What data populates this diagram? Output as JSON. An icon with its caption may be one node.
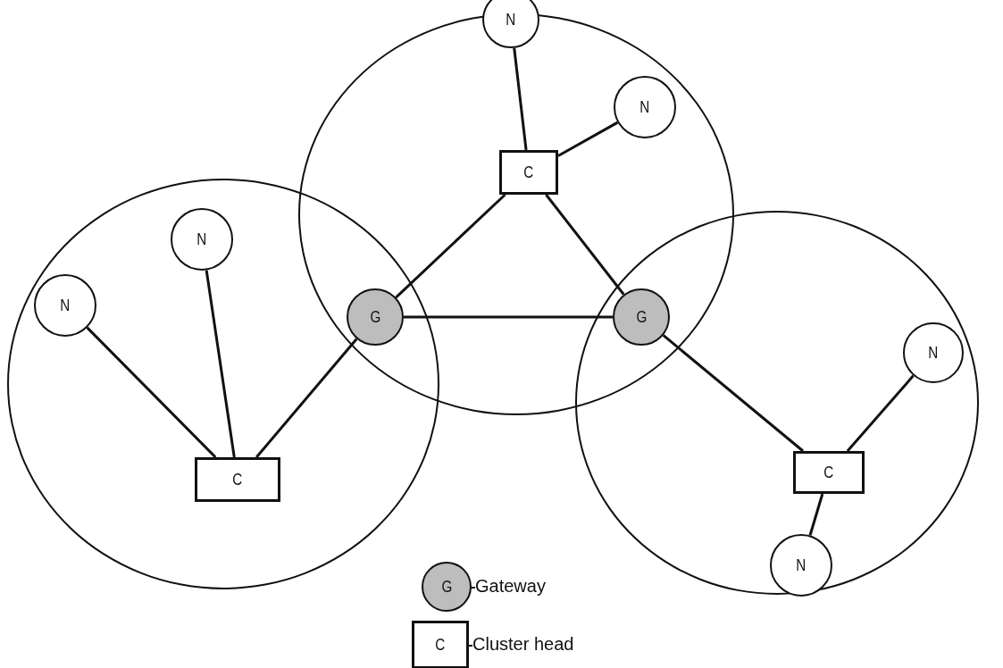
{
  "diagram": {
    "nodes": [
      {
        "text": [],
        "shape": "circle"
      },
      {
        "text": [
          "N"
        ]
      },
      {
        "text": [
          "N"
        ],
        "in": 0
      },
      {
        "text": [
          "C"
        ],
        "in": 0
      },
      {
        "text": [],
        "shape": "circle"
      },
      {
        "text": [
          "N"
        ],
        "in": 4
      },
      {
        "text": [
          "N"
        ],
        "in": 4
      },
      {
        "text": [
          "C"
        ],
        "in": 4
      },
      {
        "text": [
          "G"
        ]
      },
      {
        "text": [
          "G"
        ]
      },
      {
        "text": [],
        "shape": "circle"
      },
      {
        "text": [
          "N"
        ],
        "in": 10
      },
      {
        "text": [
          "C"
        ],
        "in": 10
      },
      {
        "text": [
          "N"
        ],
        "in": 10
      },
      {
        "text": [
          "G"
        ],
        "beside": [
          "Gateway"
        ]
      },
      {
        "text": [
          "C"
        ],
        "beside": [
          "Cluster head"
        ]
      }
    ],
    "edges": [
      {
        "from": 1,
        "to": 3,
        "arrow": "none"
      },
      {
        "from": 2,
        "to": 3,
        "arrow": "none"
      },
      {
        "from": 3,
        "to": 8,
        "arrow": "none"
      },
      {
        "from": 3,
        "to": 9,
        "arrow": "none"
      },
      {
        "from": 8,
        "to": 9,
        "arrow": "none"
      },
      {
        "from": 5,
        "to": 7,
        "arrow": "none"
      },
      {
        "from": 6,
        "to": 7,
        "arrow": "none"
      },
      {
        "from": 8,
        "to": 7,
        "arrow": "none"
      },
      {
        "from": 9,
        "to": 12,
        "arrow": "none"
      },
      {
        "from": 11,
        "to": 12,
        "arrow": "none"
      },
      {
        "from": 12,
        "to": 13,
        "arrow": "none"
      }
    ]
  }
}
